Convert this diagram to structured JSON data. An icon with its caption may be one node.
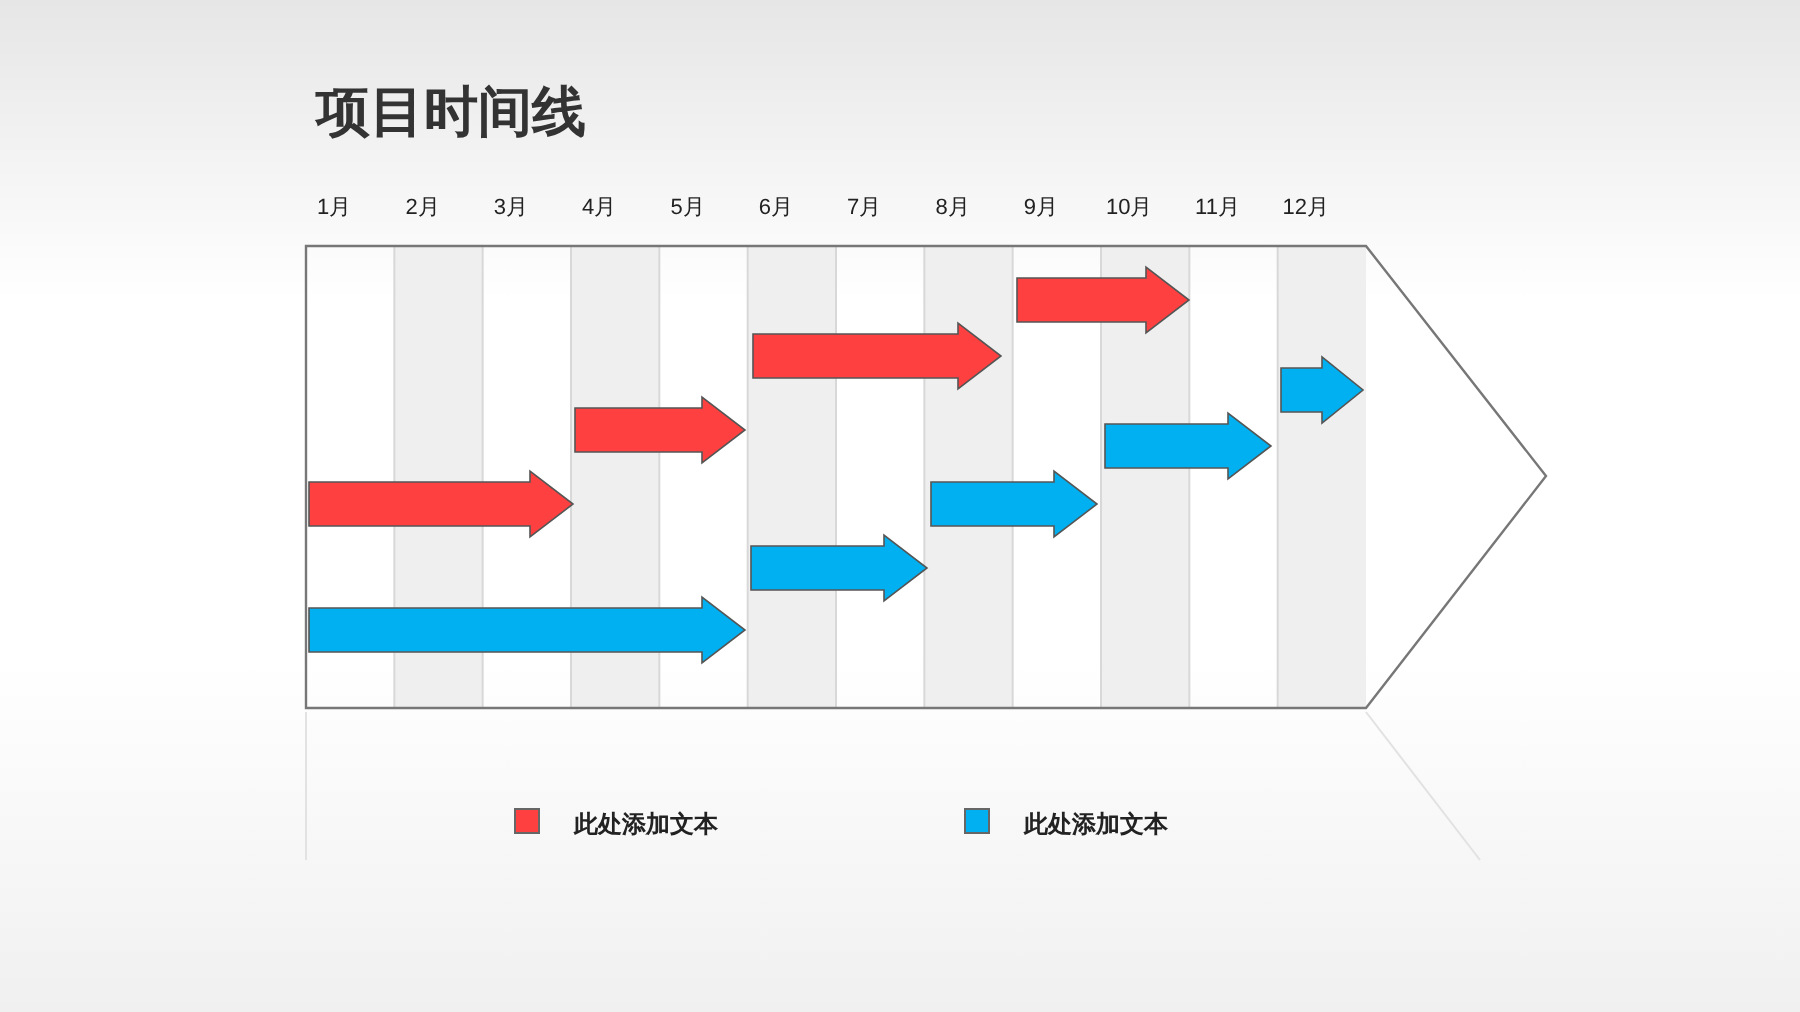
{
  "diagram": {
    "title": "项目时间线",
    "labels": [
      "1月",
      "2月",
      "3月",
      "4月",
      "5月",
      "6月",
      "7月",
      "8月",
      "9月",
      "10月",
      "11月",
      "12月"
    ],
    "legend": [
      {
        "text": "此处添加文本",
        "color": "#ff4040"
      },
      {
        "text": "此处添加文本",
        "color": "#00b0f0"
      }
    ]
  }
}
